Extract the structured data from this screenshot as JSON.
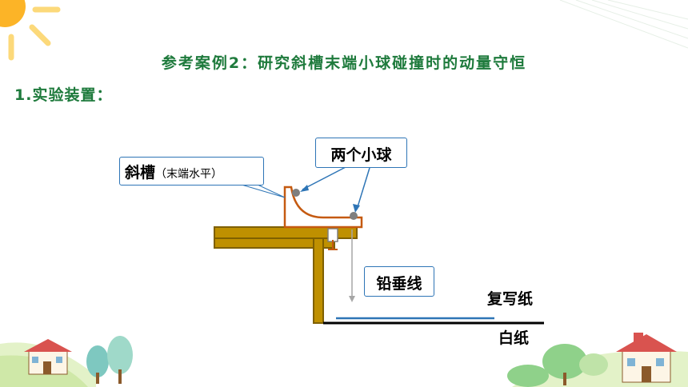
{
  "title": "参考案例2：研究斜槽末端小球碰撞时的动量守恒",
  "section_heading": "1.实验装置：",
  "labels": {
    "chute_main": "斜槽",
    "chute_note": "（末端水平）",
    "two_balls": "两个小球",
    "plumb_line": "铅垂线",
    "carbon_paper": "复写纸",
    "white_paper": "白纸"
  },
  "colors": {
    "title_green": "#1e7a3c",
    "callout_border": "#2e75b6",
    "chute_orange": "#c55a11",
    "table_brown": "#7f6000",
    "table_fill": "#bf9000",
    "ball_gray": "#7f7f7f",
    "carbon_line": "#2e75b6",
    "plumb_gray": "#a6a6a6"
  },
  "decorations": [
    "sun-icon",
    "house-icon",
    "tree-icon",
    "grass-hill"
  ]
}
